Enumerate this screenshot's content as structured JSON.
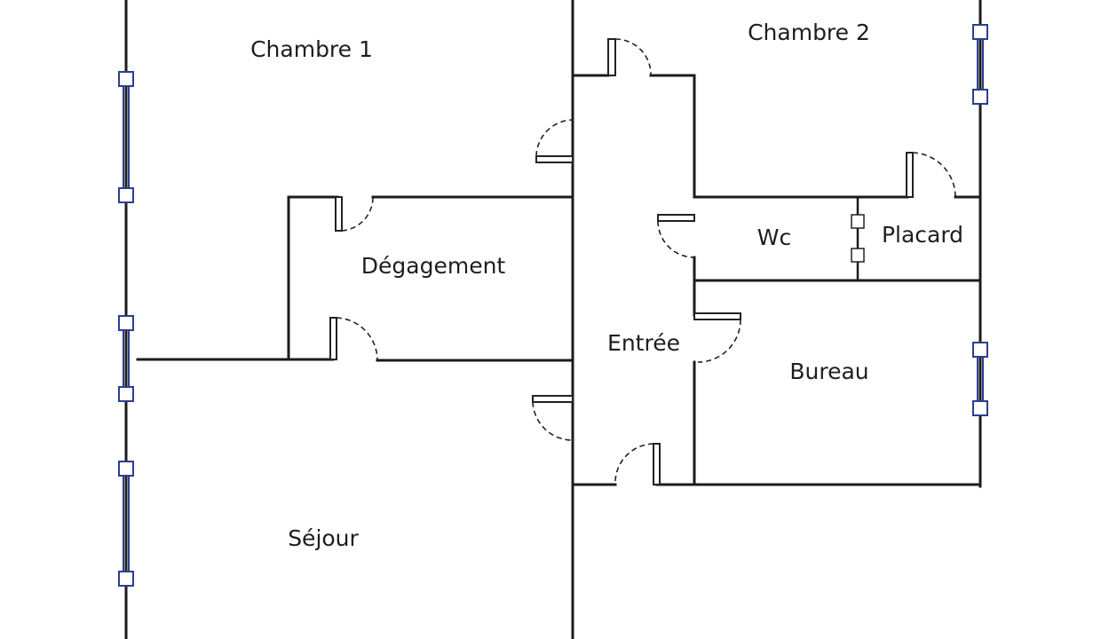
{
  "rooms": {
    "chambre1": "Chambre 1",
    "chambre2": "Chambre 2",
    "degagement": "Dégagement",
    "entree": "Entrée",
    "wc": "Wc",
    "placard": "Placard",
    "bureau": "Bureau",
    "sejour": "Séjour"
  },
  "colors": {
    "wall": "#1c1c1c",
    "window": "#2b3f8f",
    "background": "#ffffff"
  }
}
